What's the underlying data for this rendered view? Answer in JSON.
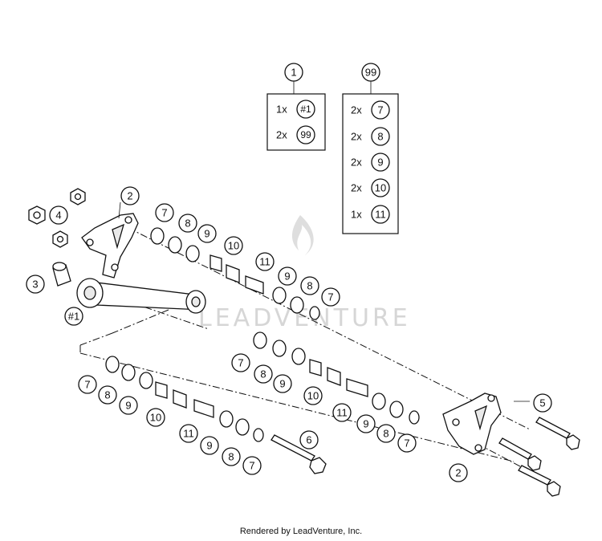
{
  "watermark": "LEADVENTURE",
  "footer": "Rendered by LeadVenture, Inc.",
  "kits": [
    {
      "id": "1",
      "lines": [
        {
          "qty": "1x",
          "ref": "#1"
        },
        {
          "qty": "2x",
          "ref": "99"
        }
      ]
    },
    {
      "id": "99",
      "lines": [
        {
          "qty": "2x",
          "ref": "7"
        },
        {
          "qty": "2x",
          "ref": "8"
        },
        {
          "qty": "2x",
          "ref": "9"
        },
        {
          "qty": "2x",
          "ref": "10"
        },
        {
          "qty": "1x",
          "ref": "11"
        }
      ]
    }
  ],
  "callouts": {
    "c2_top": "2",
    "c4": "4",
    "c3": "3",
    "c_link": "#1",
    "u7": "7",
    "u8": "8",
    "u9": "9",
    "u10": "10",
    "u11": "11",
    "v9": "9",
    "v8": "8",
    "v7": "7",
    "m7": "7",
    "m8": "8",
    "m9": "9",
    "m10": "10",
    "m11": "11",
    "n9": "9",
    "n8": "8",
    "n7": "7",
    "l7": "7",
    "l8": "8",
    "l9": "9",
    "l10": "10",
    "l11": "11",
    "k9": "9",
    "k8": "8",
    "k7": "7",
    "c6": "6",
    "c5": "5",
    "c2_bottom": "2"
  }
}
